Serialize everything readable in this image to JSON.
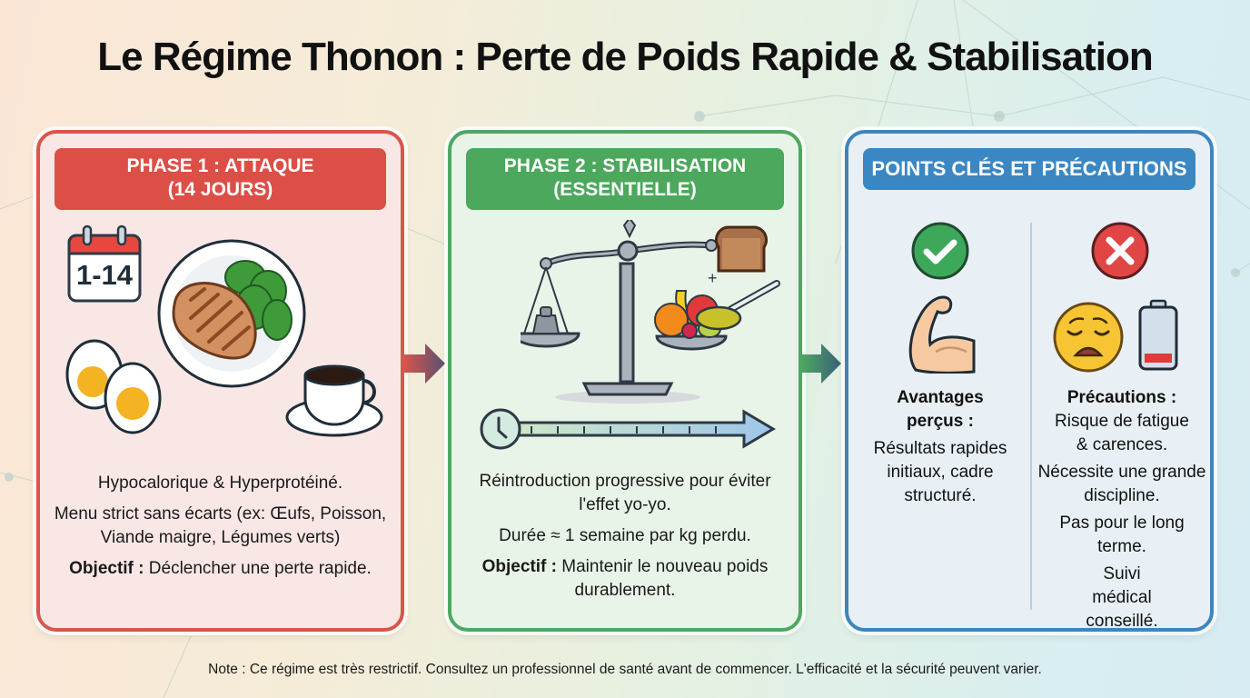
{
  "title": "Le Régime Thonon : Perte de Poids Rapide & Stabilisation",
  "colors": {
    "phase1": "#dc4f46",
    "phase2": "#4ba85c",
    "points": "#3a87c4"
  },
  "phase1": {
    "banner_line1": "PHASE 1 : ATTAQUE",
    "banner_line2": "(14 JOURS)",
    "calendar_label": "1-14",
    "icons": [
      "calendar-icon",
      "grilled-chicken-plate-icon",
      "spinach-icon",
      "boiled-eggs-icon",
      "coffee-cup-icon"
    ],
    "text1": "Hypocalorique & Hyperprotéiné.",
    "text2": "Menu strict sans écarts (ex: Œufs, Poisson, Viande maigre, Légumes verts)",
    "objective_label": "Objectif :",
    "objective_text": "Déclencher une perte rapide."
  },
  "phase2": {
    "banner_line1": "PHASE 2 : STABILISATION",
    "banner_line2": "(ESSENTIELLE)",
    "icons": [
      "balance-scale-icon",
      "fruits-icon",
      "bread-icon",
      "olive-oil-spoon-icon",
      "timeline-clock-arrow-icon"
    ],
    "text1": "Réintroduction progressive pour éviter l'effet yo-yo.",
    "text2": "Durée ≈ 1 semaine par kg perdu.",
    "objective_label": "Objectif :",
    "objective_text": "Maintenir le nouveau poids durablement."
  },
  "points": {
    "banner": "POINTS CLÉS ET PRÉCAUTIONS",
    "advantages": {
      "heading": "Avantages perçus :",
      "text": "Résultats rapides initiaux, cadre structuré."
    },
    "precautions": {
      "heading": "Précautions :",
      "items": [
        "Risque de fatigue & carences.",
        "Nécessite une grande discipline.",
        "Pas pour le long terme.",
        "Suivi médical conseillé."
      ]
    }
  },
  "note": "Note : Ce régime est très restrictif. Consultez un professionnel de santé avant de commencer. L'efficacité et la sécurité peuvent varier."
}
